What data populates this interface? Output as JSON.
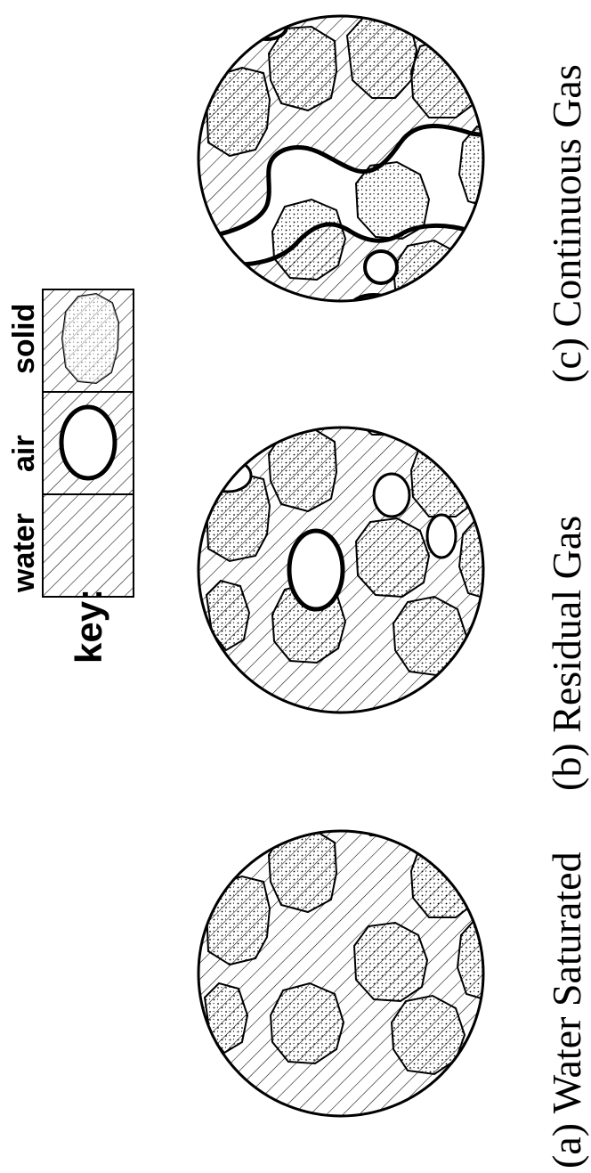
{
  "key": {
    "label": "key:",
    "items": [
      {
        "name": "water",
        "label": "water"
      },
      {
        "name": "air",
        "label": "air"
      },
      {
        "name": "solid",
        "label": "solid"
      }
    ]
  },
  "panels": [
    {
      "id": "a",
      "caption": "(a) Water Saturated"
    },
    {
      "id": "b",
      "caption": "(b) Residual Gas"
    },
    {
      "id": "c",
      "caption": "(c) Continuous Gas"
    }
  ],
  "colors": {
    "line": "#000000",
    "background": "#ffffff",
    "stipple": "#000000"
  }
}
